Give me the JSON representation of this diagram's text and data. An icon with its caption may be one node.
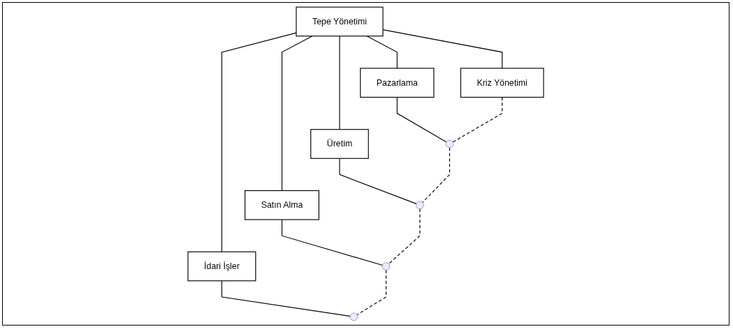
{
  "diagram": {
    "nodes": [
      {
        "text": [
          "Tepe Yönetimi"
        ]
      },
      {
        "text": [
          "Pazarlama"
        ]
      },
      {
        "text": [
          "Üretim"
        ]
      },
      {
        "text": [
          "Satın Alma"
        ]
      },
      {
        "text": [
          "İdari İşler"
        ]
      },
      {
        "text": [
          "Kriz Yönetimi"
        ]
      },
      {
        "text": [],
        "shape": "circle"
      },
      {
        "text": [],
        "shape": "circle"
      },
      {
        "text": [],
        "shape": "circle"
      },
      {
        "text": [],
        "shape": "circle"
      }
    ],
    "edges": [
      {
        "from": 0,
        "to": 5,
        "arrow": "none"
      },
      {
        "from": 0,
        "to": 1,
        "arrow": "none"
      },
      {
        "from": 0,
        "to": 2,
        "arrow": "none"
      },
      {
        "from": 0,
        "to": 3,
        "arrow": "none"
      },
      {
        "from": 0,
        "to": 4,
        "arrow": "none"
      },
      {
        "from": 1,
        "to": 6,
        "arrow": "none"
      },
      {
        "from": 2,
        "to": 7,
        "arrow": "none"
      },
      {
        "from": 3,
        "to": 8,
        "arrow": "none"
      },
      {
        "from": 4,
        "to": 9,
        "arrow": "none"
      },
      {
        "from": 5,
        "to": 6,
        "arrow": "none",
        "style": "dashed"
      },
      {
        "from": 6,
        "to": 7,
        "arrow": "none",
        "style": "dashed"
      },
      {
        "from": 7,
        "to": 8,
        "arrow": "none",
        "style": "dashed"
      },
      {
        "from": 8,
        "to": 9,
        "arrow": "none",
        "style": "dashed"
      }
    ]
  }
}
